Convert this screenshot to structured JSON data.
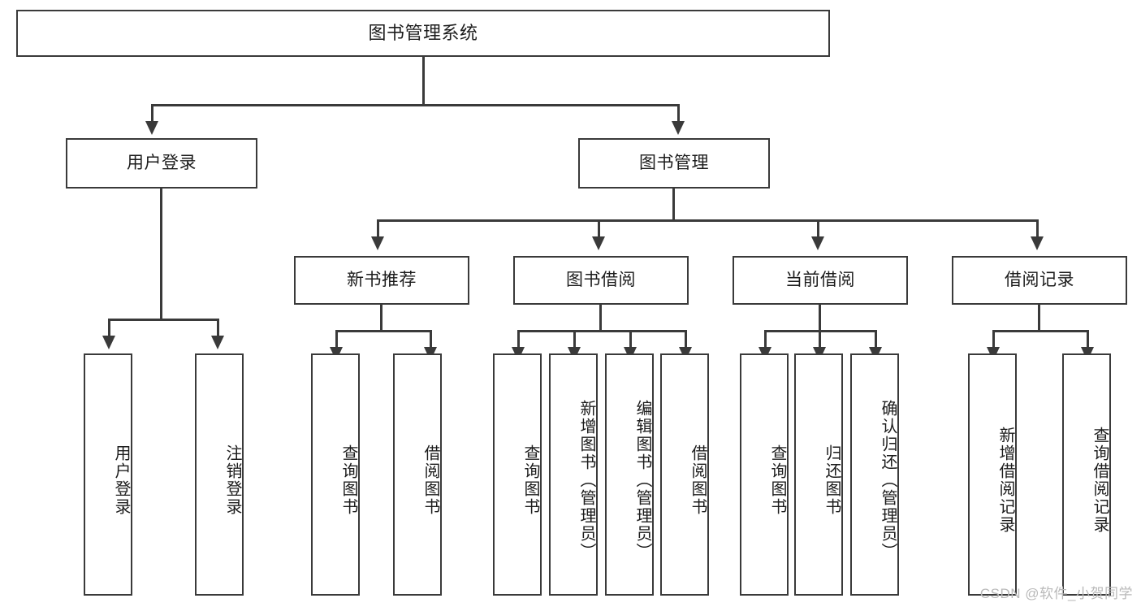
{
  "diagram": {
    "type": "tree",
    "title": "图书管理系统",
    "orientation": "top-down",
    "colors": {
      "box_border": "#3a3a3a",
      "box_fill": "#ffffff",
      "connector": "#3a3a3a",
      "text": "#1c1c1c",
      "watermark": "#b9b9b9",
      "background": "#ffffff"
    },
    "root": {
      "label": "图书管理系统"
    },
    "level2": [
      {
        "label": "用户登录"
      },
      {
        "label": "图书管理"
      }
    ],
    "level3": [
      {
        "label": "新书推荐"
      },
      {
        "label": "图书借阅"
      },
      {
        "label": "当前借阅"
      },
      {
        "label": "借阅记录"
      }
    ],
    "leaves": {
      "user_login": [
        {
          "label": "用户登录"
        },
        {
          "label": "注销登录"
        }
      ],
      "new_book": [
        {
          "label": "查询图书"
        },
        {
          "label": "借阅图书"
        }
      ],
      "book_borrow": [
        {
          "label": "查询图书"
        },
        {
          "label": "新增图书（管理员）"
        },
        {
          "label": "编辑图书（管理员）"
        },
        {
          "label": "借阅图书"
        }
      ],
      "current_borrow": [
        {
          "label": "查询图书"
        },
        {
          "label": "归还图书"
        },
        {
          "label": "确认归还（管理员）"
        }
      ],
      "borrow_record": [
        {
          "label": "新增借阅记录"
        },
        {
          "label": "查询借阅记录"
        }
      ]
    }
  },
  "watermark": {
    "text": "CSDN @软件_小贺同学"
  }
}
